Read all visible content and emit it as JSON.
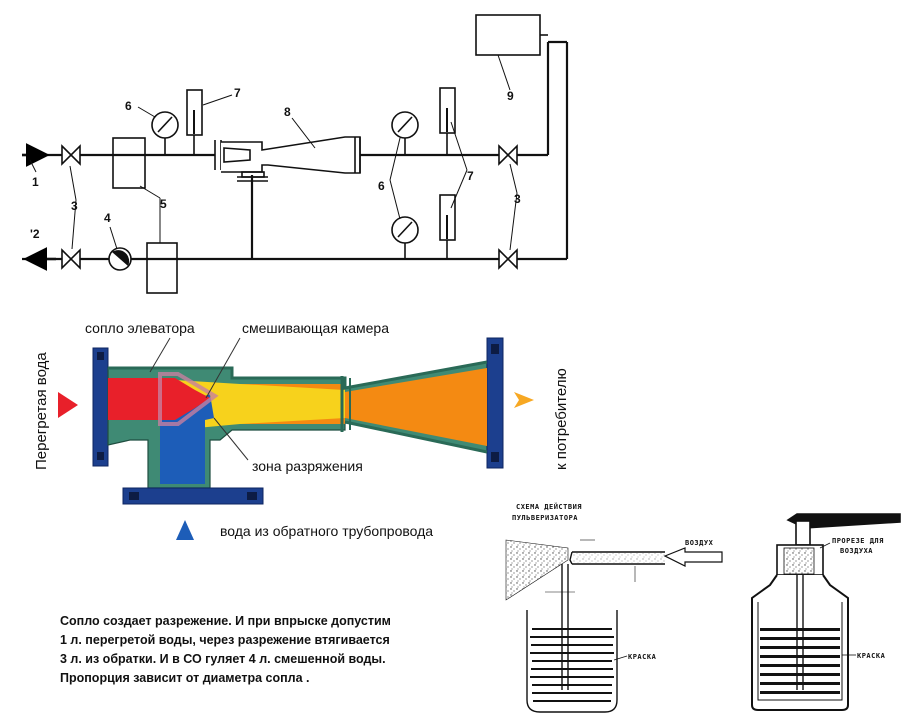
{
  "scheme_top": {
    "labels": {
      "n1": "1",
      "n2": "'2",
      "n3a": "3",
      "n3b": "3",
      "n4": "4",
      "n5": "5",
      "n6a": "6",
      "n6b": "6",
      "n7a": "7",
      "n7b": "7",
      "n8": "8",
      "n9": "9"
    }
  },
  "elevator": {
    "nozzle_label": "сопло элеватора",
    "mixing_label": "смешивающая камера",
    "vacuum_label": "зона разряжения",
    "return_label": "вода из обратного трубопровода",
    "inlet_label": "Перегретая вода",
    "outlet_label": "к потребителю"
  },
  "note": {
    "lines": [
      "Сопло создает разрежение. И при впрыске допустим",
      "1 л. перегретой воды, через разрежение втягивается",
      "3 л. из обратки. И в СО гуляет 4 л. смешенной воды.",
      "Пропорция зависит от диаметра сопла ."
    ]
  },
  "sprayer": {
    "title_line1": "СХЕМА ДЕЙСТВИЯ",
    "title_line2": "ПУЛЬВЕРИЗАТОРА",
    "air_label": "ВОЗДУХ",
    "paint_label_left": "КРАСКА",
    "paint_label_right": "КРАСКА",
    "air_hole_label_1": "ПРОРЕЗЕ ДЛЯ",
    "air_hole_label_2": "ВОЗДУХА"
  },
  "colors": {
    "hot": "#e8202a",
    "mix": "#f7d21c",
    "out": "#f48a12",
    "cold": "#1d5db8",
    "body_green": "#3f8a74",
    "flange_blue": "#1c3f8e",
    "pipe_dark": "#222222"
  }
}
